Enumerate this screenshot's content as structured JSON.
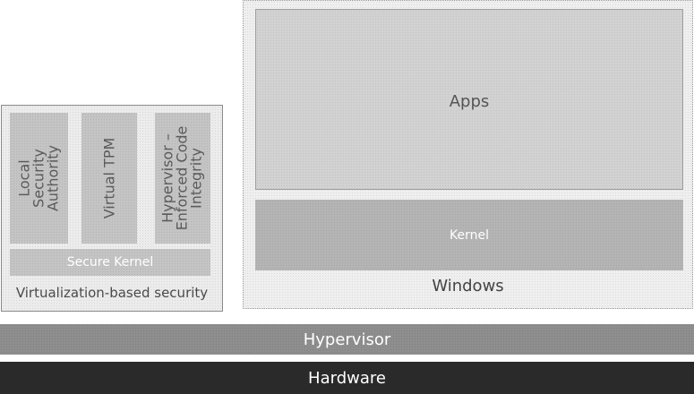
{
  "diagram": {
    "vbs": {
      "columns": [
        {
          "label": "Local Security Authority"
        },
        {
          "label": "Virtual TPM"
        },
        {
          "label": "Hypervisor – Enforced Code Integrity"
        }
      ],
      "secure_kernel": "Secure Kernel",
      "label": "Virtualization-based security"
    },
    "windows": {
      "apps": "Apps",
      "kernel": "Kernel",
      "label": "Windows"
    },
    "hypervisor": "Hypervisor",
    "hardware": "Hardware"
  }
}
